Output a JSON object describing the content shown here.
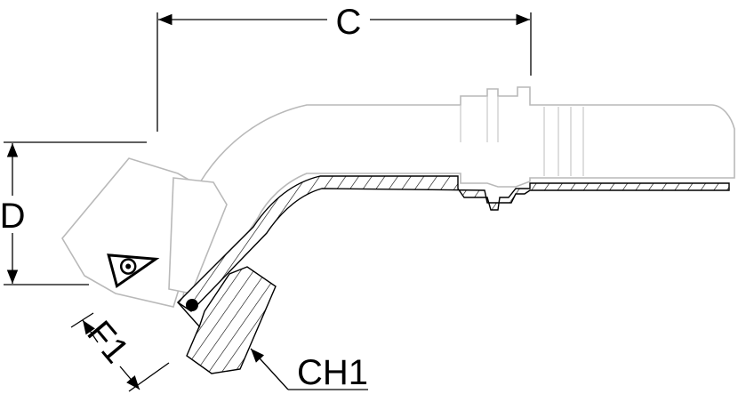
{
  "dimensions": {
    "c_label": "C",
    "d_label": "D",
    "f1_label": "F1",
    "ch1_label": "CH1"
  },
  "colors": {
    "dimension_line": "#000000",
    "part_outline": "#b9b9b9",
    "section_line": "#000000",
    "background": "#ffffff"
  },
  "logo": {
    "icon": "dunlop-triangle-logo-icon"
  }
}
